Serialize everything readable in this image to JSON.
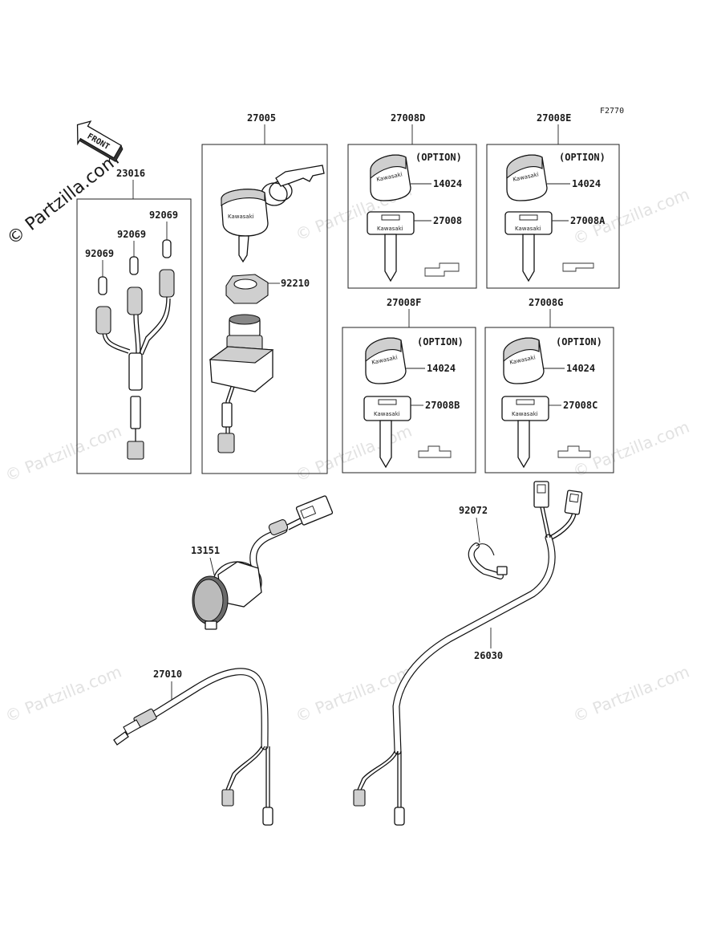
{
  "diagram": {
    "figure_code": "F2770",
    "front_label": "FRONT",
    "brand_text": "Kawasaki",
    "option_text": "(OPTION)",
    "watermark_text": "© Partzilla.com",
    "parts": {
      "p23016": "23016",
      "p92069a": "92069",
      "p92069b": "92069",
      "p92069c": "92069",
      "p27005": "27005",
      "p92210": "92210",
      "p27008D": "27008D",
      "p27008E": "27008E",
      "p27008F": "27008F",
      "p27008G": "27008G",
      "p14024d": "14024",
      "p14024e": "14024",
      "p14024f": "14024",
      "p14024g": "14024",
      "p27008": "27008",
      "p27008A": "27008A",
      "p27008B": "27008B",
      "p27008C": "27008C",
      "p13151": "13151",
      "p92072": "92072",
      "p27010": "27010",
      "p26030": "26030"
    }
  }
}
